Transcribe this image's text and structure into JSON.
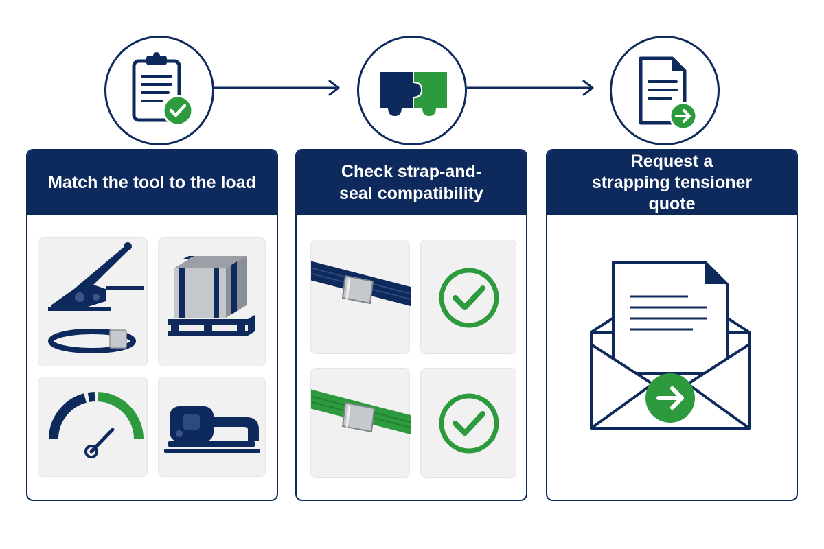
{
  "colors": {
    "navy": "#0e2a5c",
    "green": "#2e9a3e",
    "tile_bg": "#f1f1f1",
    "steel": "#b8bcc2"
  },
  "steps": [
    {
      "title": "Match the tool to the load",
      "icon": "clipboard-check-icon",
      "tiles": [
        "strapping-tensioner-icon",
        "strapped-pallet-icon",
        "tension-gauge-icon",
        "battery-strapping-tool-icon"
      ]
    },
    {
      "title": "Check strap-and-seal compatibility",
      "icon": "puzzle-pieces-icon",
      "tiles": [
        "navy-strap-with-seal-icon",
        "check-circle-icon",
        "green-strap-with-seal-icon",
        "check-circle-icon"
      ]
    },
    {
      "title": "Request a strapping tensioner quote",
      "icon": "document-send-icon",
      "tiles": [
        "envelope-quote-icon"
      ]
    }
  ]
}
